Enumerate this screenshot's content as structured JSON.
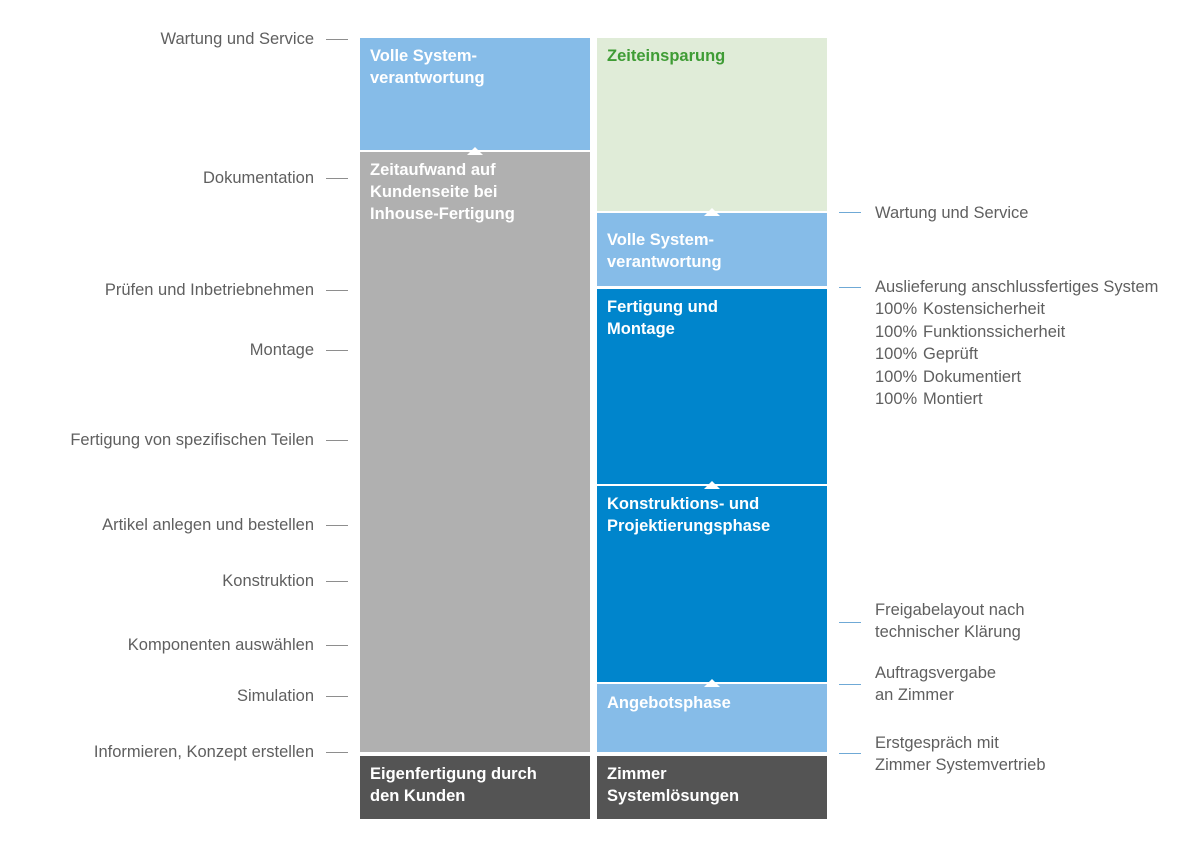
{
  "left_labels": [
    "Wartung und Service",
    "Dokumentation",
    "Prüfen und Inbetriebnehmen",
    "Montage",
    "Fertigung von spezifischen Teilen",
    "Artikel anlegen und bestellen",
    "Konstruktion",
    "Komponenten auswählen",
    "Simulation",
    "Informieren, Konzept erstellen"
  ],
  "left_column": {
    "blocks": [
      "Volle System-\nverantwortung",
      "Zeitaufwand auf\nKundenseite bei\nInhouse-Fertigung"
    ],
    "footer": "Eigenfertigung durch\nden Kunden"
  },
  "right_column": {
    "blocks": [
      "Zeiteinsparung",
      "Volle System-\nverantwortung",
      "Fertigung und\nMontage",
      "Konstruktions- und\nProjektierungsphase",
      "Angebotsphase"
    ],
    "footer": "Zimmer\nSystemlösungen"
  },
  "right_labels": {
    "wartung": "Wartung und Service",
    "auslieferung": "Auslieferung anschlussfertiges System",
    "guarantees": [
      {
        "pct": "100%",
        "text": "Kostensicherheit"
      },
      {
        "pct": "100%",
        "text": "Funktionssicherheit"
      },
      {
        "pct": "100%",
        "text": "Geprüft"
      },
      {
        "pct": "100%",
        "text": "Dokumentiert"
      },
      {
        "pct": "100%",
        "text": "Montiert"
      }
    ],
    "freigabe": "Freigabelayout nach\ntechnischer Klärung",
    "auftrag": "Auftragsvergabe\nan Zimmer",
    "erstgespraech": "Erstgespräch mit\nZimmer Systemvertrieb"
  },
  "colors": {
    "light_blue": "#86bce8",
    "mid_blue": "#0085cc",
    "grey": "#b0b0b0",
    "dark_grey": "#545454",
    "light_green": "#e0ecd8",
    "green_text": "#3f9c35",
    "tick_grey": "#8e8e8e",
    "tick_blue": "#6fa9d6"
  }
}
